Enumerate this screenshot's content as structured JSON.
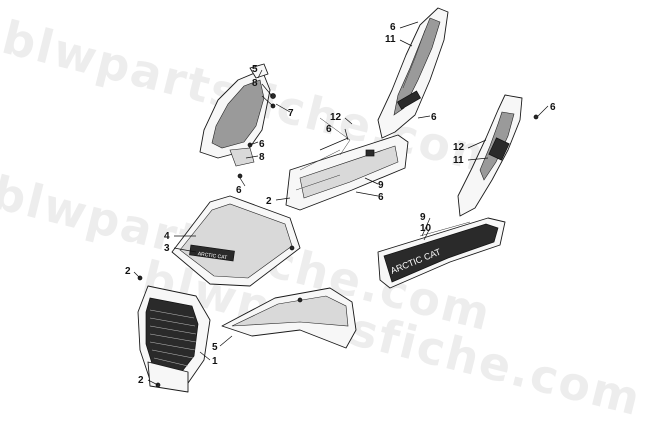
{
  "watermark": {
    "text": "blwpartsfiche.com"
  },
  "callouts": [
    {
      "id": "c-6-top",
      "label": "6"
    },
    {
      "id": "c-11-top",
      "label": "11"
    },
    {
      "id": "c-5-hood",
      "label": "5"
    },
    {
      "id": "c-8-upper",
      "label": "8"
    },
    {
      "id": "c-7",
      "label": "7"
    },
    {
      "id": "c-6-mirror",
      "label": "6"
    },
    {
      "id": "c-8-lower",
      "label": "8"
    },
    {
      "id": "c-6-left",
      "label": "6"
    },
    {
      "id": "c-12-center",
      "label": "12"
    },
    {
      "id": "c-6-center",
      "label": "6"
    },
    {
      "id": "c-6-center-right",
      "label": "6"
    },
    {
      "id": "c-2-tray",
      "label": "2"
    },
    {
      "id": "c-9-tray",
      "label": "9"
    },
    {
      "id": "c-6-tray",
      "label": "6"
    },
    {
      "id": "c-6-right",
      "label": "6"
    },
    {
      "id": "c-12-right",
      "label": "12"
    },
    {
      "id": "c-11-right",
      "label": "11"
    },
    {
      "id": "c-4",
      "label": "4"
    },
    {
      "id": "c-3",
      "label": "3"
    },
    {
      "id": "c-9-decal",
      "label": "9"
    },
    {
      "id": "c-10",
      "label": "10"
    },
    {
      "id": "c-2-grille",
      "label": "2"
    },
    {
      "id": "c-5-lower",
      "label": "5"
    },
    {
      "id": "c-1",
      "label": "1"
    },
    {
      "id": "c-2-bottom",
      "label": "2"
    }
  ],
  "decals": {
    "hood_text": "ARCTIC CAT",
    "side_text": "ARCTIC CAT"
  }
}
